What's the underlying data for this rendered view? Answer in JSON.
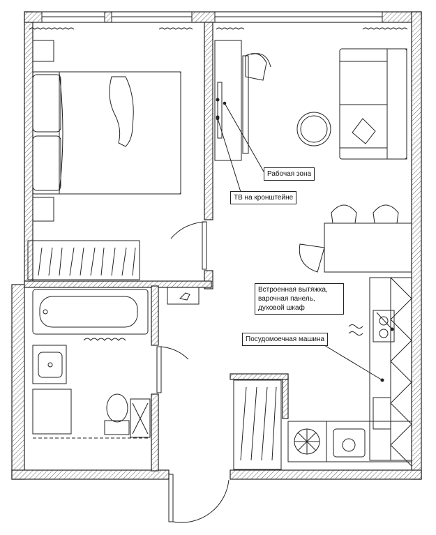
{
  "labels": {
    "work_zone": "Рабочая зона",
    "tv_bracket": "ТВ на кронштейне",
    "kitchen_appliances": [
      "Встроенная вытяжка,",
      "варочная панель,",
      "духовой шкаф"
    ],
    "dishwasher": "Посудомоечная машина"
  },
  "colors": {
    "line": "#222222",
    "wall_hatch": "#555555"
  }
}
